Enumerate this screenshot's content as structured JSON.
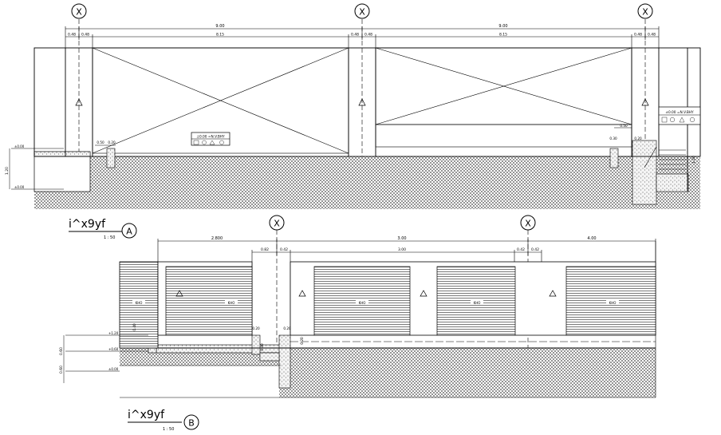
{
  "grid_marker": "X",
  "elevation_a": {
    "dims_top": [
      "9.00",
      "9.00"
    ],
    "dims_sub": [
      "0.48",
      "0.48",
      "8.15",
      "0.48",
      "0.48",
      "8.15",
      "0.48",
      "0.48"
    ],
    "sign_text": "±0.00 =N.V.BHY",
    "level_left": "±0.00",
    "height_dim": "1.20",
    "height_dim_right": "1.20",
    "small_dims": [
      "0.50",
      "0.20"
    ],
    "small_dims_right": [
      "0.50",
      "0.30",
      "0.20"
    ],
    "title": "i^x9yf",
    "scale": "1 : 50",
    "marker": "A"
  },
  "elevation_b": {
    "dims_top": [
      "2.800",
      "3.00",
      "4.00"
    ],
    "dims_sub": [
      "0.82",
      "0.42",
      "3.00",
      "0.42",
      "0.42"
    ],
    "labels_shutter": [
      "KHO",
      "KHO",
      "KHO",
      "KHO",
      "KHO"
    ],
    "levels": [
      "+1.20",
      "+0.60",
      "±0.00"
    ],
    "height_dims": [
      "0.60",
      "0.60"
    ],
    "small_dims": [
      "0.20",
      "0.20",
      "0.40",
      "0.40",
      "0.20"
    ],
    "title": "i^x9yf",
    "scale": "1 : 50",
    "marker": "B"
  }
}
